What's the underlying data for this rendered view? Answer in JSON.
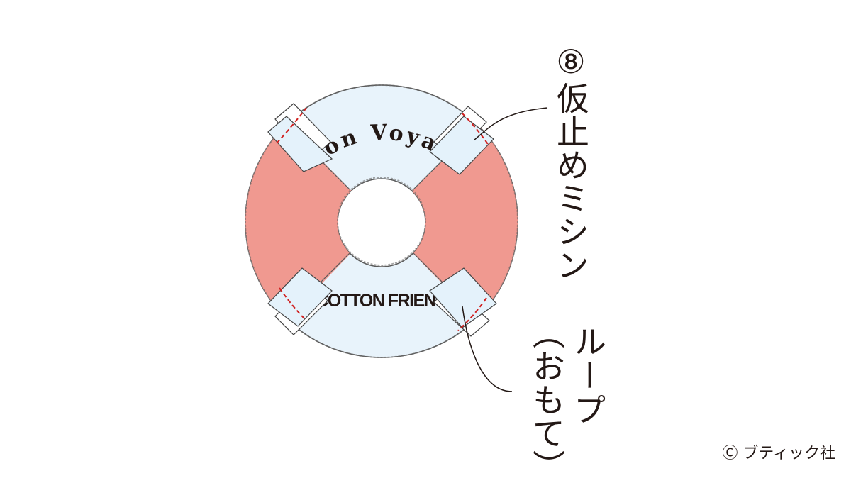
{
  "ring": {
    "top_text": "Bon Voyage",
    "bottom_text": "COTTON FRIEND"
  },
  "labels": {
    "stitch": "⑧仮止めミシン",
    "loop_part1": "ループ",
    "loop_part2": "（おもて）"
  },
  "copyright": "Ⓒ ブティック社",
  "colors": {
    "ring_light": "#e8f3fb",
    "ring_red": "#f0948a",
    "outline": "#5a5a5a",
    "stitch_line": "#d0201f",
    "text": "#231815"
  }
}
